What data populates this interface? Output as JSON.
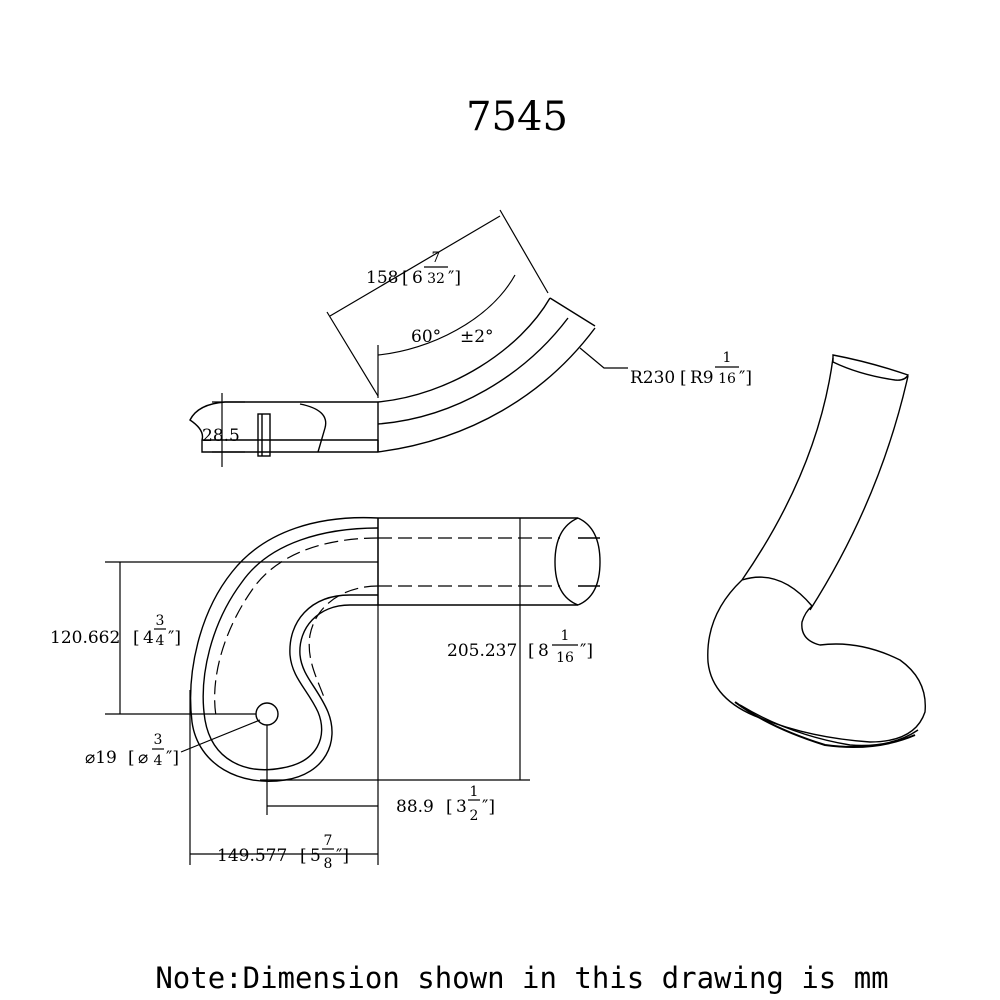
{
  "title": "7545",
  "note": "Note:Dimension shown in this drawing is mm",
  "dims": {
    "length": {
      "mm": "158",
      "whole": "6",
      "num": "7",
      "den": "32"
    },
    "angle": {
      "value": "60°",
      "tol": "±2°"
    },
    "radius": {
      "prefix": "R230",
      "whole": "R9",
      "num": "1",
      "den": "16"
    },
    "thickness": {
      "mm": "28.5"
    },
    "height": {
      "mm": "120.662",
      "whole": "4",
      "num": "3",
      "den": "4"
    },
    "hole": {
      "mm": "⌀19",
      "prefix": "⌀",
      "num": "3",
      "den": "4"
    },
    "span": {
      "mm": "205.237",
      "whole": "8",
      "num": "1",
      "den": "16"
    },
    "offset": {
      "mm": "88.9",
      "whole": "3",
      "num": "1",
      "den": "2"
    },
    "width": {
      "mm": "149.577",
      "whole": "5",
      "num": "7",
      "den": "8"
    }
  }
}
